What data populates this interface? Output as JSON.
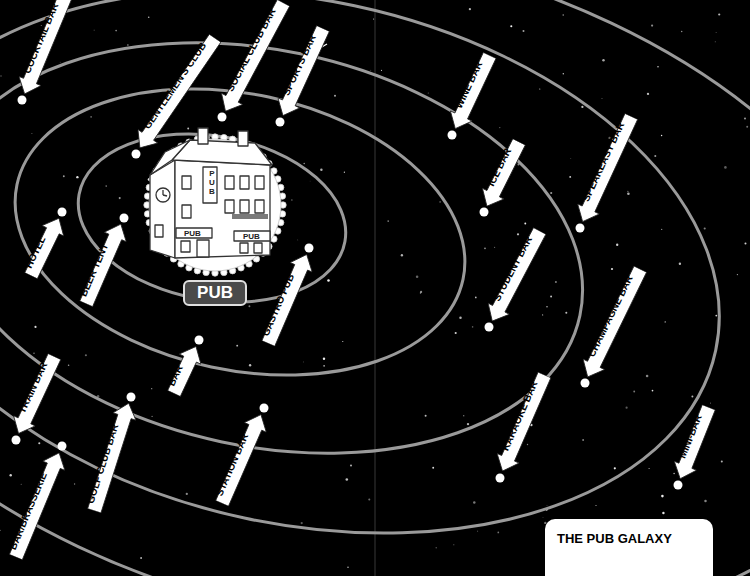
{
  "diagram": {
    "title": "THE PUB GALAXY",
    "nodes": [
      {
        "text": [
          "COCKTAIL BAR"
        ]
      },
      {
        "text": [
          "GENTLEMEN'S CLUB"
        ]
      },
      {
        "text": [
          "SOCIAL CLUB BAR"
        ]
      },
      {
        "text": [
          "SPORTS BAR"
        ]
      },
      {
        "text": [
          "WINE BAR"
        ]
      },
      {
        "text": [
          "HOTEL"
        ]
      },
      {
        "text": [
          "BEER TENT"
        ]
      },
      {
        "text": [
          "ICE BAR"
        ]
      },
      {
        "text": [
          "SPEAKEASY BAR"
        ]
      },
      {
        "text": [
          "GASTRO PUB"
        ]
      },
      {
        "text": [
          "PUB"
        ]
      },
      {
        "text": [
          "STUDENT BAR"
        ]
      },
      {
        "text": [
          "BAR"
        ]
      },
      {
        "text": [
          "CHAMPAGNE BAR"
        ]
      },
      {
        "text": [
          "TRAIN BAR"
        ]
      },
      {
        "text": [
          "BAR/BRASSERIE"
        ]
      },
      {
        "text": [
          "GOLF CLUB BAR"
        ]
      },
      {
        "text": [
          "STATION BAR"
        ]
      },
      {
        "text": [
          "KARAOKE BAR"
        ]
      },
      {
        "text": [
          "MINI-BAR"
        ]
      }
    ],
    "labels": [
      "PUB",
      "PUB",
      "PUB"
    ]
  }
}
